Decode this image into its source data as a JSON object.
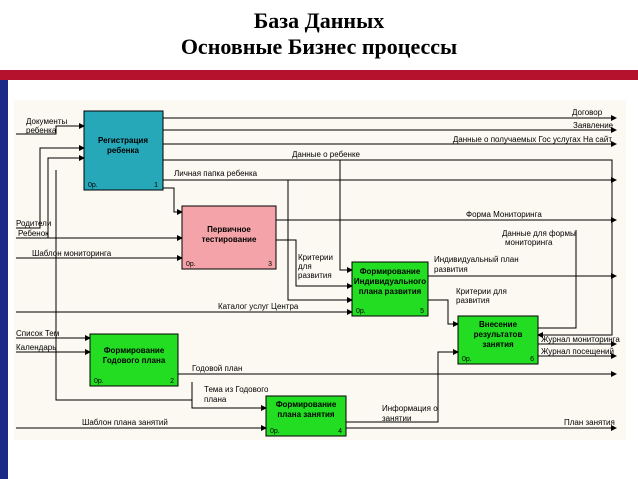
{
  "title": {
    "line1": "База Данных",
    "line2": "Основные Бизнес процессы"
  },
  "colors": {
    "band": "#b5122e",
    "sidebar": "#1a2a86",
    "box_teal": "#27a8b8",
    "box_pink": "#f4a3a8",
    "box_green": "#22dd22"
  },
  "boxes": {
    "registration": {
      "line1": "Регистрация",
      "line2": "ребенка",
      "code": "0р.",
      "num": "1"
    },
    "testing": {
      "line1": "Первичное",
      "line2": "тестирование",
      "code": "0р.",
      "num": "3"
    },
    "plan": {
      "line1": "Формирование",
      "line2": "Индивидуального",
      "line3": "плана развития",
      "code": "0р.",
      "num": "5"
    },
    "results": {
      "line1": "Внесение",
      "line2": "результатов",
      "line3": "занятия",
      "code": "0р.",
      "num": "6"
    },
    "annual": {
      "line1": "Формирование",
      "line2": "Годового плана",
      "code": "0р.",
      "num": "2"
    },
    "lessons": {
      "line1": "Формирование",
      "line2": "плана занятия",
      "code": "0р.",
      "num": "4"
    }
  },
  "labels": {
    "docs1": "Документы",
    "docs2": "ребенка",
    "parents": "Родители",
    "child": "Ребенок",
    "monitoring_template": "Шаблон мониторинга",
    "topics": "Список Тем",
    "calendar": "Календарь",
    "lesson_template": "Шаблон плана занятий",
    "contract": "Договор",
    "application": "Заявление",
    "gos_data": "Данные о получаемых Гос услугах На сайт",
    "child_data": "Данные о ребенке",
    "personal_folder": "Личная папка ребенка",
    "monitoring_form": "Форма Мониторинга",
    "form_data1": "Данные для формы",
    "form_data2": "мониторинга",
    "criteria1": "Критерии",
    "criteria2": "для",
    "criteria3": "развития",
    "ind_plan1": "Индивидуальный план",
    "ind_plan2": "развития",
    "criteria_b1": "Критерии для",
    "criteria_b2": "развития",
    "catalog": "Каталог услуг Центра",
    "monitoring_log": "Журнал мониторинга",
    "attendance_log": "Журнал посещений",
    "annual_plan": "Годовой план",
    "annual_topic1": "Тема из Годового",
    "annual_topic2": "плана",
    "lesson_info1": "Информация о",
    "lesson_info2": "занятии",
    "lesson_plan": "План занятия"
  }
}
